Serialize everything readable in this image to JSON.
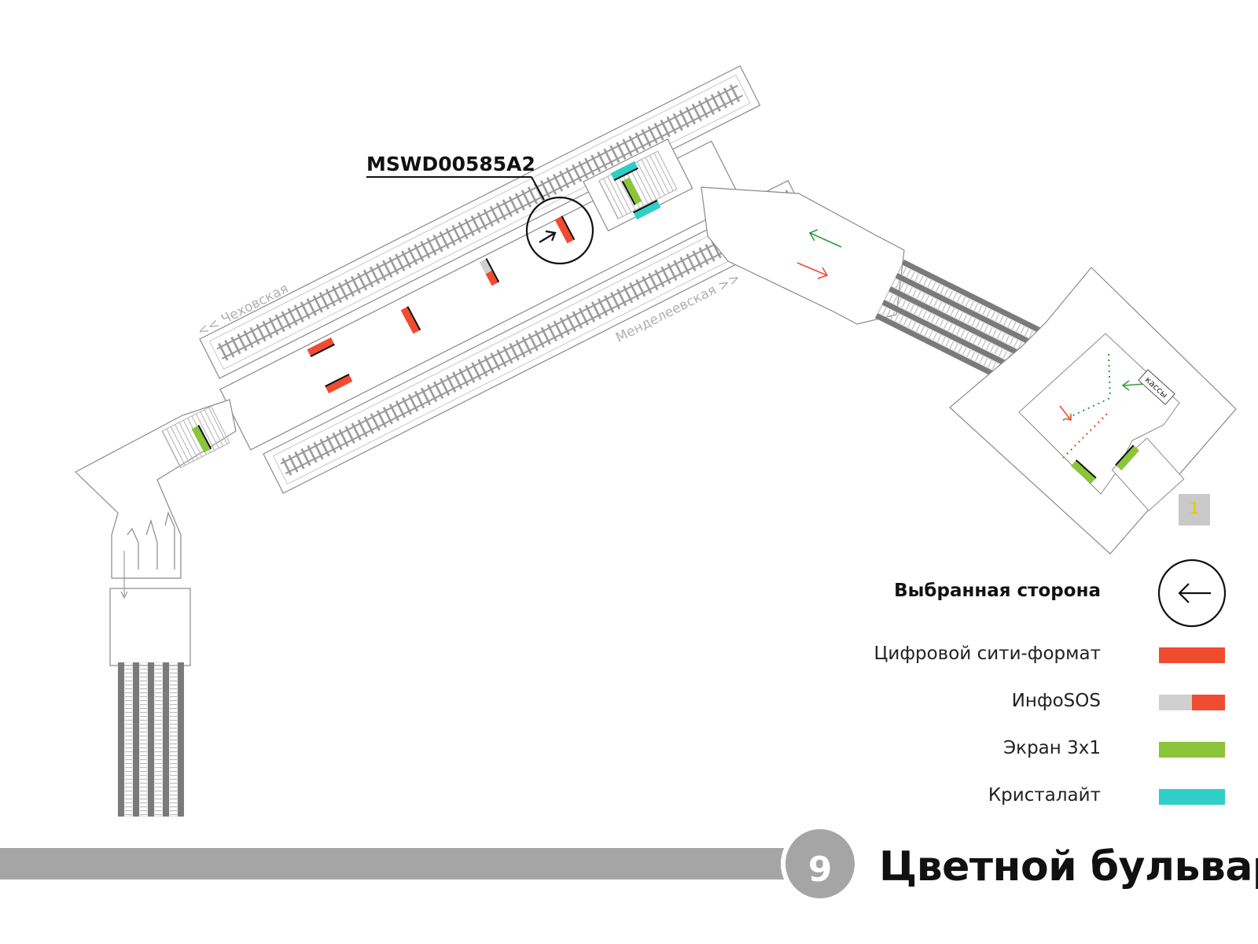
{
  "station": {
    "name": "Цветной бульвар",
    "line_number": "9",
    "line_color": "#a5a5a5"
  },
  "panel": {
    "code": "MSWD00585A2"
  },
  "directions": {
    "left": "<< Чеховская",
    "right": "Менделеевская >>"
  },
  "labels": {
    "kassy": "кассы",
    "exit_number": "1"
  },
  "legend": {
    "selected_side": "Выбранная сторона",
    "items": [
      {
        "label": "Цифровой сити-формат",
        "color": "#f04c32",
        "icon": "digital-city-format-swatch"
      },
      {
        "label": "ИнфоSOS",
        "color": "#d0d0d0",
        "color2": "#f04c32",
        "icon": "infosos-swatch"
      },
      {
        "label": "Экран 3х1",
        "color": "#8cc43c",
        "icon": "screen-3x1-swatch"
      },
      {
        "label": "Кристалайт",
        "color": "#2fcfc8",
        "icon": "cristalight-swatch"
      }
    ]
  },
  "colors": {
    "outline": "#8a8a8a",
    "track": "#9a9a9a",
    "red": "#f04c32",
    "green": "#8cc43c",
    "cyan": "#2fcfc8",
    "grey_flow": "#2e9b3a"
  }
}
